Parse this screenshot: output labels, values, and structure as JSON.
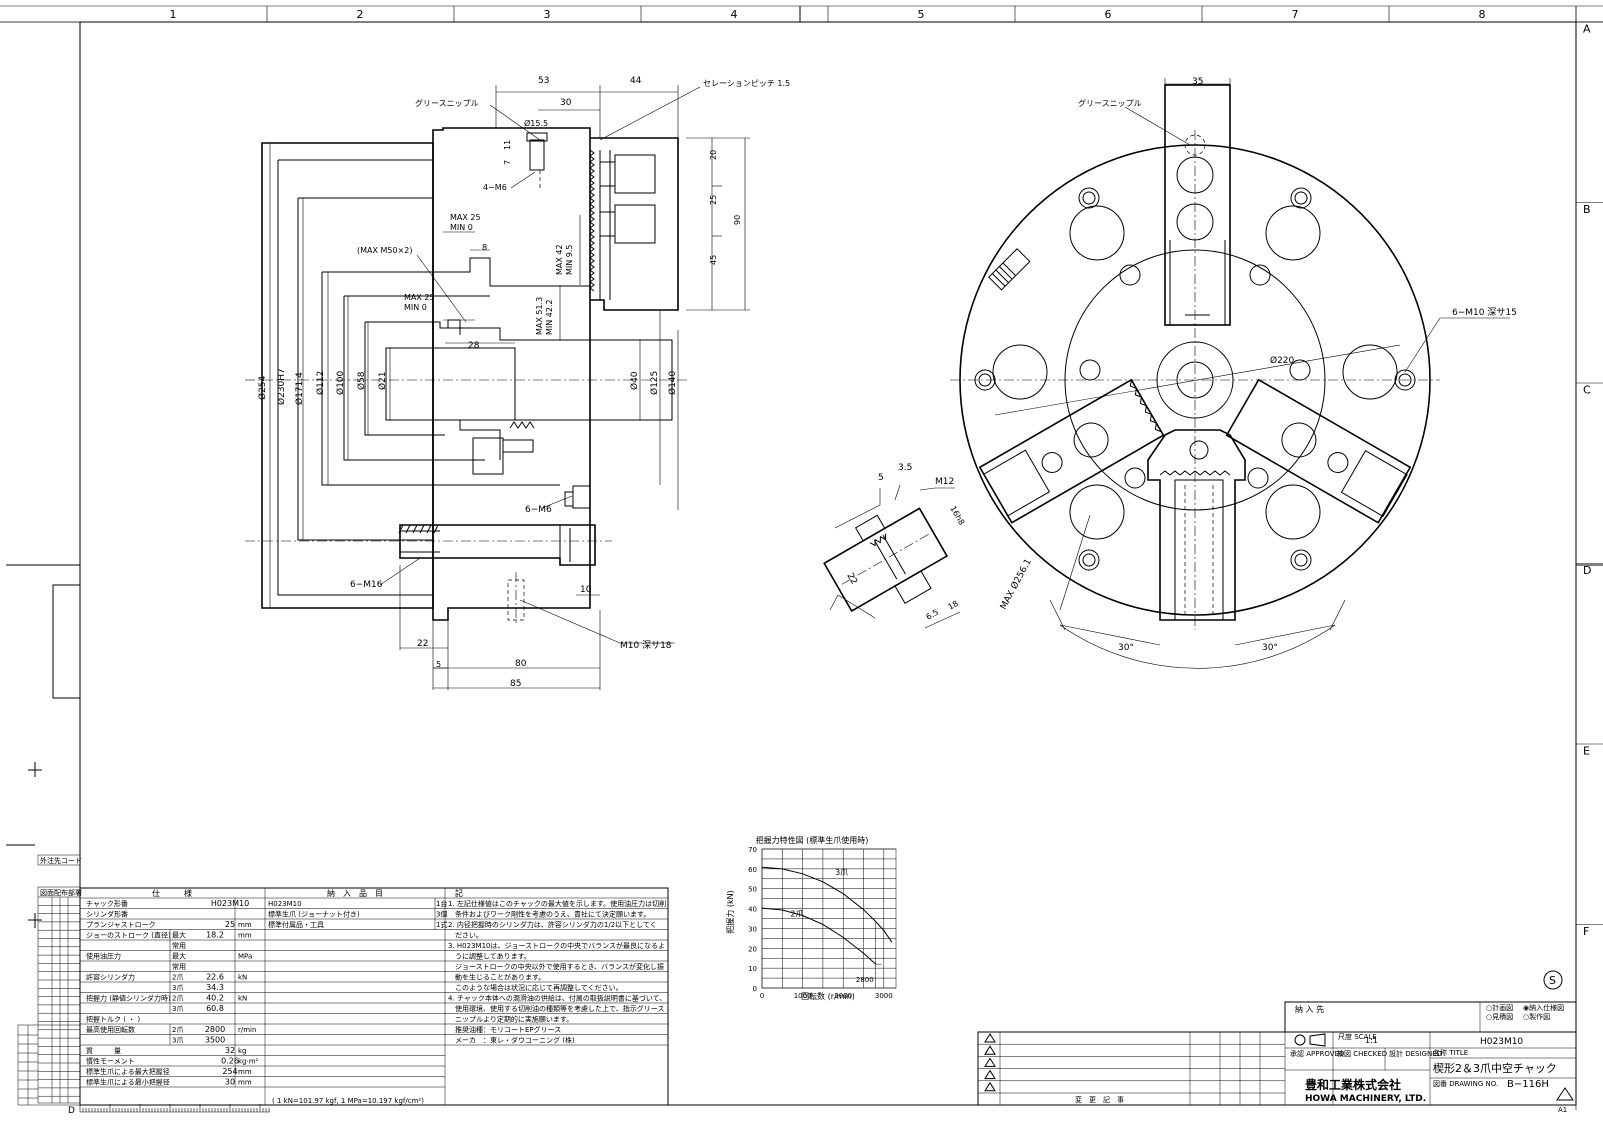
{
  "frame": {
    "cols": [
      "1",
      "2",
      "3",
      "4",
      "5",
      "6",
      "7",
      "8"
    ],
    "rows": [
      "A",
      "B",
      "C",
      "D",
      "E",
      "F"
    ]
  },
  "side_view": {
    "dims_top": [
      "53",
      "44",
      "30"
    ],
    "serration": "セレーションピッチ 1.5",
    "grease": "グリースニップル",
    "d155": "Ø15.5",
    "d7": "7",
    "d11": "11",
    "m6": "4−M6",
    "max25a": "MAX 25",
    "min0a": "MIN  0",
    "max50": "(MAX M50×2)",
    "d8": "8",
    "max25b": "MAX 25",
    "min0b": "MIN  0",
    "max42": "MAX 42",
    "min95": "MIN  9.5",
    "max513": "MAX 51.3",
    "min422": "MIN 42.2",
    "d28": "28",
    "right_dims": [
      "20",
      "25",
      "45",
      "90"
    ],
    "diam_left": [
      "Ø254",
      "Ø230H7",
      "Ø171.4",
      "Ø112",
      "Ø100",
      "Ø58",
      "Ø21"
    ],
    "diam_right": [
      "Ø40",
      "Ø125",
      "Ø140"
    ],
    "m6b": "6−M6",
    "m16": "6−M16",
    "d10": "10",
    "m10": "M10 深サ18",
    "bottom_dims": [
      "22",
      "5",
      "80",
      "85"
    ]
  },
  "front_view": {
    "d35": "35",
    "grease": "グリースニップル",
    "m10": "6−M10 深サ15",
    "d220": "Ø220",
    "maxd": "MAX Ø256.1",
    "ang1": "30°",
    "ang2": "30°",
    "detail": [
      "5",
      "3.5",
      "M12",
      "16h8",
      "22",
      "6.5",
      "18"
    ]
  },
  "chart_data": {
    "type": "line",
    "title": "把握力特性図 (標準生爪使用時)",
    "xlabel": "回転数 (r/min)",
    "ylabel": "把握力 (kN)",
    "x_ticks": [
      "0",
      "1000",
      "2000",
      "3000"
    ],
    "y_ticks": [
      "0",
      "10",
      "20",
      "30",
      "40",
      "50",
      "60",
      "70"
    ],
    "xlim": [
      0,
      3300
    ],
    "ylim": [
      0,
      70
    ],
    "grid": true,
    "marker_label": "2800",
    "series": [
      {
        "name": "3爪",
        "x": [
          0,
          500,
          1000,
          1500,
          2000,
          2500,
          2800,
          3000,
          3200
        ],
        "values": [
          60.8,
          60,
          57.5,
          53.5,
          47.5,
          39.5,
          33.5,
          29,
          23
        ]
      },
      {
        "name": "2爪",
        "x": [
          0,
          500,
          1000,
          1500,
          2000,
          2500,
          2800
        ],
        "values": [
          40.2,
          39.3,
          36.5,
          32,
          25.5,
          17.5,
          12
        ]
      }
    ]
  },
  "spec": {
    "head_spec": "仕　　　様",
    "head_item": "納　入　品　目",
    "head_note": "記",
    "rows": [
      {
        "label": "チャック形番",
        "sub": "",
        "value": "H023M10",
        "unit": ""
      },
      {
        "label": "シリンダ形番",
        "sub": "",
        "value": "",
        "unit": ""
      },
      {
        "label": "プランジャストローク",
        "sub": "",
        "value": "25",
        "unit": "mm"
      },
      {
        "label": "ジョーのストローク (直径)",
        "sub": "最大",
        "value": "18.2",
        "unit": "mm"
      },
      {
        "label": "",
        "sub": "常用",
        "value": "",
        "unit": ""
      },
      {
        "label": "使用油圧力",
        "sub": "最大",
        "value": "",
        "unit": "MPa"
      },
      {
        "label": "",
        "sub": "常用",
        "value": "",
        "unit": ""
      },
      {
        "label": "許容シリンダ力",
        "sub": "2爪",
        "value": "22.6",
        "unit": "kN"
      },
      {
        "label": "",
        "sub": "3爪",
        "value": "34.3",
        "unit": ""
      },
      {
        "label": "把握力 (静値シリンダ力時)",
        "sub": "2爪",
        "value": "40.2",
        "unit": "kN"
      },
      {
        "label": "",
        "sub": "3爪",
        "value": "60.8",
        "unit": ""
      },
      {
        "label": "把握トルク (   ・   )",
        "sub": "",
        "value": "",
        "unit": ""
      },
      {
        "label": "最高使用回転数",
        "sub": "2爪",
        "value": "2800",
        "unit": "r/min"
      },
      {
        "label": "",
        "sub": "3爪",
        "value": "3500",
        "unit": ""
      },
      {
        "label": "質　　　量",
        "sub": "",
        "value": "32",
        "unit": "kg"
      },
      {
        "label": "慣性モーメント",
        "sub": "",
        "value": "0.26",
        "unit": "kg·m²"
      },
      {
        "label": "標準生爪による最大把握径",
        "sub": "",
        "value": "254",
        "unit": "mm"
      },
      {
        "label": "標準生爪による最小把握径",
        "sub": "",
        "value": "30",
        "unit": "mm"
      }
    ],
    "items": [
      {
        "name": "H023M10",
        "qty": "1台"
      },
      {
        "name": "標準生爪 (ジョーナット付き)",
        "qty": "3個"
      },
      {
        "name": "標準付属品・工具",
        "qty": "1式"
      }
    ],
    "notes": [
      "1. 左記仕様値はこのチャックの最大値を示します。使用油圧力は切削",
      "　条件およびワーク剛性を考慮のうえ、貴社にて決定願います。",
      "2. 内径把握時のシリンダ力は、許容シリンダ力の1/2以下としてく",
      "　ださい。",
      "3. H023M10は、ジョーストロークの中央でバランスが最良になるよ",
      "　うに調整してあります。",
      "　ジョーストロークの中央以外で使用するとき、バランスが変化し振",
      "　動を生じることがあります。",
      "　このような場合は状況に応じて再調整してください。",
      "4. チャック本体への潤滑油の供給は、付属の取扱説明書に基づいて、",
      "　使用環境、使用する切削油の種類等を考慮した上で、指示グリース",
      "　ニップルより定期的に実施願います。",
      "　推奨油種：モリコートEPグリース",
      "　メーカ　：東レ・ダウコーニング (株)"
    ],
    "footer": "( 1 kN=101.97 kgf, 1 MPa=10.197 kgf/cm²)"
  },
  "left_table": {
    "header": "外注先コード",
    "sub": "図面配布部署"
  },
  "title_block": {
    "destination": "納 入 先",
    "check1": "○計画図",
    "check2": "◉納入仕様図",
    "check3": "○見積図",
    "check4": "○製作図",
    "scale_label": "尺度 SCALE",
    "scale": "1:1",
    "model": "H023M10",
    "name_label": "名称 TITLE",
    "name": "楔形2＆3爪中空チャック",
    "drawing_label": "図番 DRAWING NO.",
    "drawing_no": "B−116H",
    "company_jp": "豊和工業株式会社",
    "company_en": "HOWA MACHINERY, LTD.",
    "approved": "承認 APPROVED",
    "checked": "検図 CHECKED",
    "designed": "設計 DESIGNED",
    "rev_header": "変　更　記　事",
    "sheet": "A1",
    "s_mark": "S"
  }
}
